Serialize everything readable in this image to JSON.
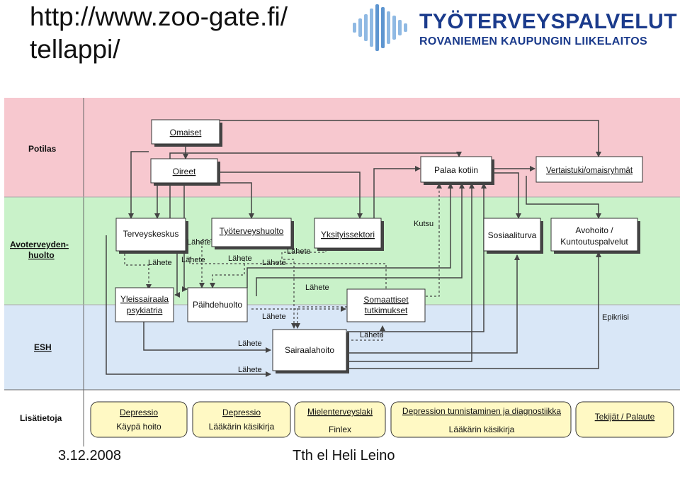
{
  "header": {
    "url_line1": "http://www.zoo-gate.fi/",
    "url_line2": "tellappi/",
    "logo_title": "TYÖTERVEYSPALVELUT",
    "logo_subtitle": "ROVANIEMEN KAUPUNGIN LIIKELAITOS",
    "logo_color": "#1b3b8c",
    "logo_icon": "sound-wave-logo-icon"
  },
  "bands": {
    "potilas": "Potilas",
    "avo1": "Avoterveyden-",
    "avo2": "huolto",
    "esh": "ESH",
    "lisatietoja": "Lisätietoja",
    "colors": {
      "potilas": "#f7c8cf",
      "avo": "#c9f2c9",
      "esh": "#d9e7f7",
      "lisa": "#ffffff"
    }
  },
  "nodes": {
    "omaiset": "Omaiset",
    "oireet": "Oireet",
    "palaa": "Palaa kotiin",
    "vertaistuki": "Vertaistuki/omaisryhmät",
    "terveyskeskus": "Terveyskeskus",
    "tyoterveys": "Työterveyshuolto",
    "yksityis": "Yksityissektori",
    "sosiaali": "Sosiaaliturva",
    "avohoito1": "Avohoito /",
    "avohoito2": "Kuntoutuspalvelut",
    "yleis1": "Yleissairaala",
    "yleis2": "psykiatria",
    "paihde": "Päihdehuolto",
    "somaat1": "Somaattiset",
    "somaat2": "tutkimukset",
    "sairaala": "Sairaalahoito"
  },
  "labels": {
    "lahete": "Lähete",
    "kutsu": "Kutsu",
    "epikriisi": "Epikriisi"
  },
  "resources": [
    {
      "line1": "Depressio",
      "line2": "Käypä hoito"
    },
    {
      "line1": "Depressio",
      "line2": "Lääkärin käsikirja"
    },
    {
      "line1": "Mielenterveyslaki",
      "line2": "Finlex"
    },
    {
      "line1": "Depression tunnistaminen ja diagnostiikka",
      "line2": "Lääkärin käsikirja"
    },
    {
      "line1": "Tekijät / Palaute",
      "line2": ""
    }
  ],
  "footer": {
    "date": "3.12.2008",
    "author": "Tth el Heli Leino"
  },
  "colors": {
    "resource_fill": "#fff9c4",
    "node_fill": "#ffffff",
    "line": "#555555"
  }
}
